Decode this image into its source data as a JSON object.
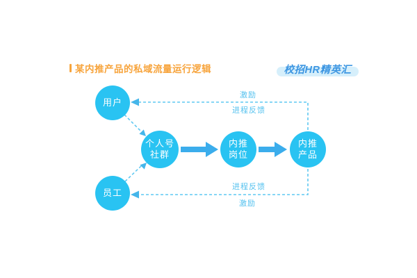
{
  "header": {
    "title": "某内推产品的私域流量运行逻辑",
    "title_color": "#F7A43C",
    "brand": "校招HR精英汇",
    "brand_color": "#3D96E2",
    "brand_highlight_color": "#D6EFFB"
  },
  "diagram": {
    "colors": {
      "node_fill": "#29C3F2",
      "node_text": "#FFFFFF",
      "solid_arrow": "#3BADEC",
      "dashed_line": "#5FC8F2",
      "flow_label": "#56C2EF"
    },
    "nodes": [
      {
        "id": "user",
        "line1": "用户"
      },
      {
        "id": "employee",
        "line1": "员工"
      },
      {
        "id": "personal-account-community",
        "line1": "个人号",
        "line2": "社群"
      },
      {
        "id": "referral-job",
        "line1": "内推",
        "line2": "岗位"
      },
      {
        "id": "referral-product",
        "line1": "内推",
        "line2": "产品"
      }
    ],
    "solid_flows": [
      {
        "from": "个人号社群",
        "to": "内推岗位"
      },
      {
        "from": "内推岗位",
        "to": "内推产品"
      }
    ],
    "dashed_inflows": [
      {
        "from": "用户",
        "to": "个人号社群"
      },
      {
        "from": "员工",
        "to": "个人号社群"
      }
    ],
    "feedback_top": {
      "from": "内推产品",
      "to": "用户",
      "above_label": "激励",
      "below_label": "进程反馈"
    },
    "feedback_bottom": {
      "from": "内推产品",
      "to": "员工",
      "above_label": "进程反馈",
      "below_label": "激励"
    }
  }
}
